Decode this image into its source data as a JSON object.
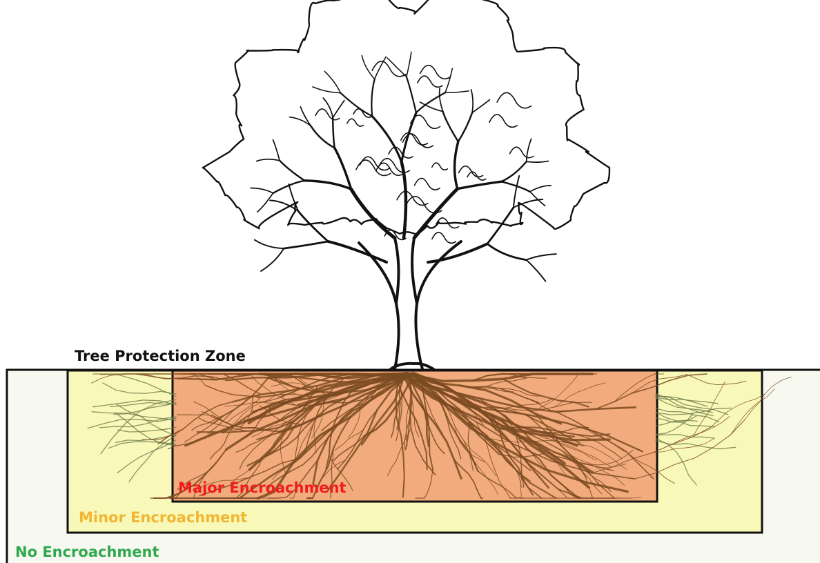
{
  "diagram": {
    "title": "Tree Protection Zone",
    "zones": [
      {
        "id": "none",
        "label": "No Encroachment",
        "color": "#2fa84f",
        "fill": "#f7f8f0"
      },
      {
        "id": "minor",
        "label": "Minor Encroachment",
        "color": "#f2b632",
        "fill": "#f8f8b8"
      },
      {
        "id": "major",
        "label": "Major Encroachment",
        "color": "#ee1c1c",
        "fill": "#f2ab7c"
      }
    ],
    "line_color": "#111111",
    "root_color": "#7a4a22",
    "outer_root_color": "#6e7a4a",
    "icons": [
      "tree-crown-icon",
      "tree-trunk-icon",
      "root-system-icon"
    ]
  }
}
